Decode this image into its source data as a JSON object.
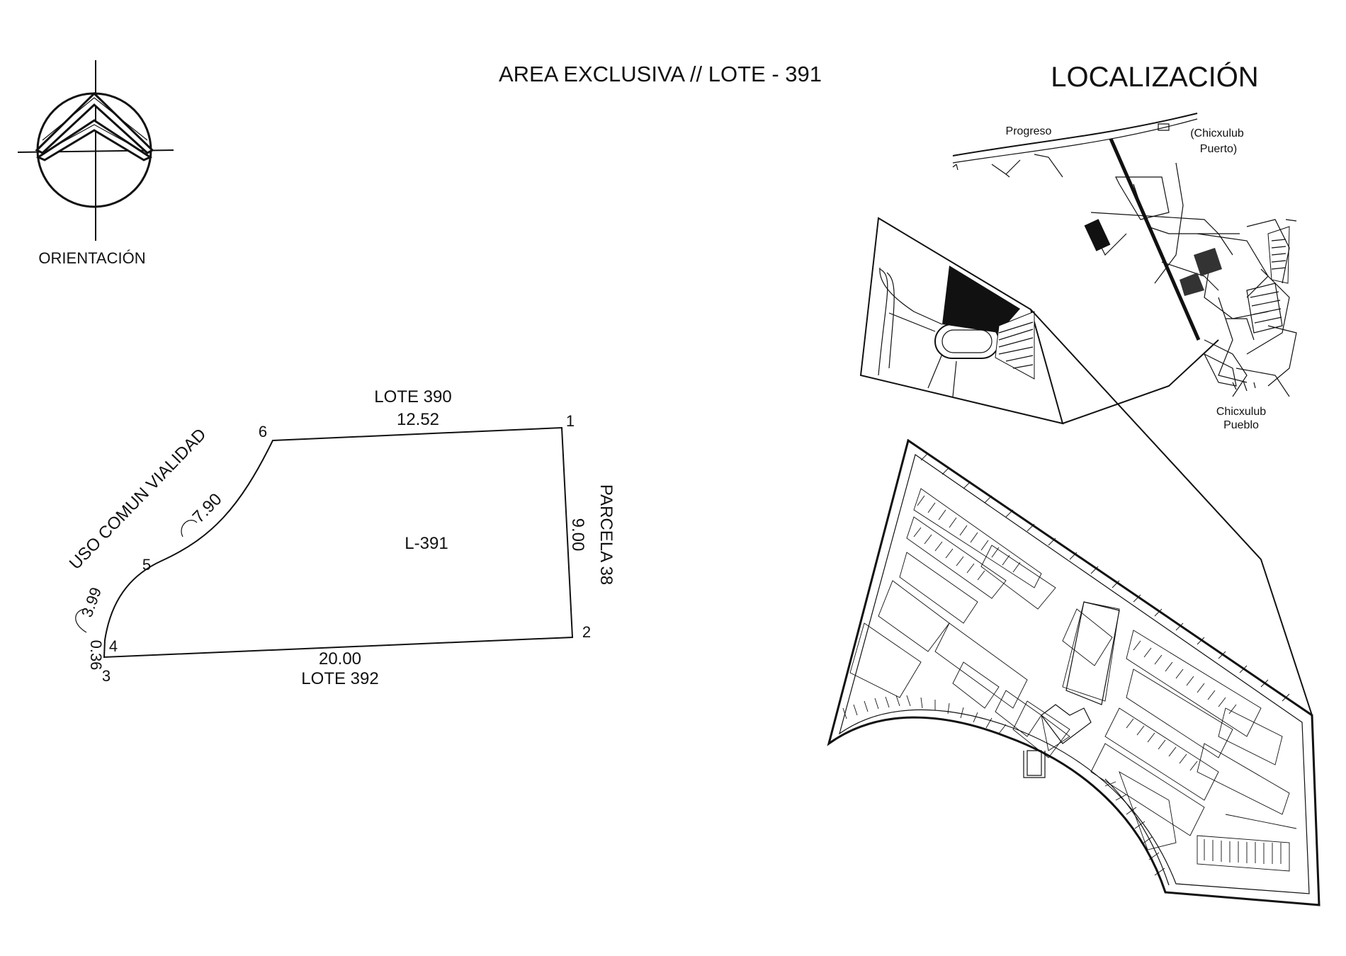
{
  "title": "AREA EXCLUSIVA // LOTE - 391",
  "orientation": {
    "label": "ORIENTACIÓN",
    "icon": "north-arrow-icon"
  },
  "location": {
    "title": "LOCALIZACIÓN",
    "places": {
      "progreso": "Progreso",
      "chicxulub_puerto_1": "(Chicxulub",
      "chicxulub_puerto_2": "Puerto)",
      "chicxulub_pueblo_1": "Chicxulub",
      "chicxulub_pueblo_2": "Pueblo"
    }
  },
  "lot": {
    "id": "L-391",
    "vertices": [
      "1",
      "2",
      "3",
      "4",
      "5",
      "6"
    ],
    "neighbors": {
      "north": "LOTE 390",
      "south": "LOTE 392",
      "east": "PARCELA 38",
      "west": "USO COMUN VIALIDAD"
    },
    "dimensions": {
      "side_6_1": "12.52",
      "side_1_2": "9.00",
      "side_2_3": "20.00",
      "side_3_4": "0.36",
      "arc_4_5": "3.99",
      "arc_5_6": "7.90"
    }
  }
}
